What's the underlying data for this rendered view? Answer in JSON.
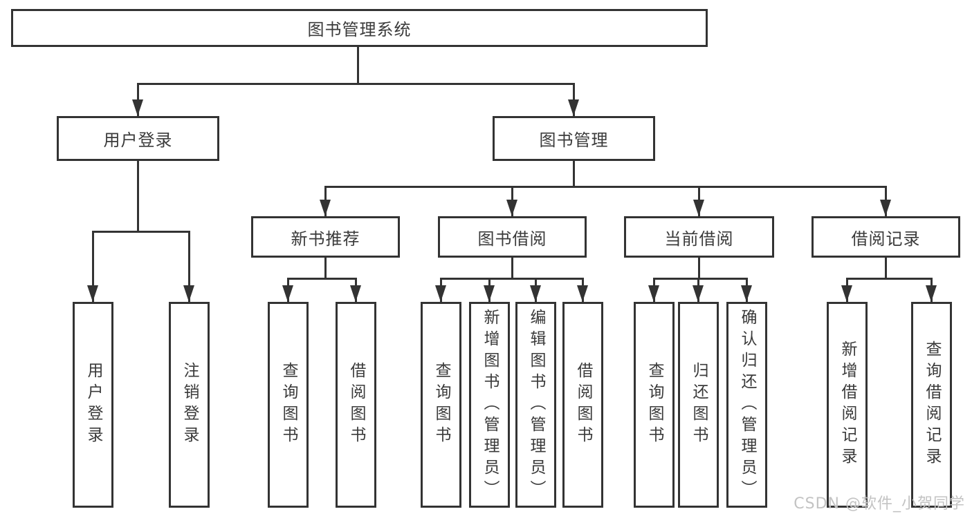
{
  "diagram": {
    "root": {
      "label": "图书管理系统"
    },
    "login_branch": {
      "label": "用户登录",
      "children": [
        {
          "label": "用户登录"
        },
        {
          "label": "注销登录"
        }
      ]
    },
    "mgmt_branch": {
      "label": "图书管理",
      "groups": [
        {
          "label": "新书推荐",
          "children": [
            {
              "label": "查询图书"
            },
            {
              "label": "借阅图书"
            }
          ]
        },
        {
          "label": "图书借阅",
          "children": [
            {
              "label": "查询图书"
            },
            {
              "label": "新增图书（管理员）"
            },
            {
              "label": "编辑图书（管理员）"
            },
            {
              "label": "借阅图书"
            }
          ]
        },
        {
          "label": "当前借阅",
          "children": [
            {
              "label": "查询图书"
            },
            {
              "label": "归还图书"
            },
            {
              "label": "确认归还（管理员）"
            }
          ]
        },
        {
          "label": "借阅记录",
          "children": [
            {
              "label": "新增借阅记录"
            },
            {
              "label": "查询借阅记录"
            }
          ]
        }
      ]
    }
  },
  "watermark": {
    "text": "CSDN @软件_小贺同学"
  },
  "colors": {
    "line": "#333333",
    "text": "#3a3a3a",
    "background": "#ffffff",
    "watermark": "#c3c3c3"
  }
}
